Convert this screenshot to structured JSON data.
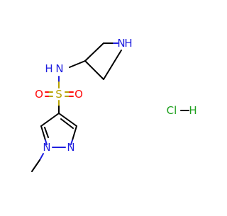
{
  "molecule": {
    "atoms": {
      "azetidine_n": "N",
      "azetidine_h": "H",
      "sulfonamide_n": "N",
      "sulfonamide_h": "H",
      "sulfur": "S",
      "oxygen_left": "O",
      "oxygen_right": "O",
      "pyrazole_n1": "N",
      "pyrazole_n2": "N"
    },
    "salt": {
      "chlorine": "Cl",
      "hydrogen": "H"
    }
  },
  "colors": {
    "carbon_bond": "#000000",
    "nitrogen": "#1f1fdf",
    "sulfur": "#b8a300",
    "oxygen": "#ff0d0d",
    "chlorine": "#1fa01f"
  }
}
